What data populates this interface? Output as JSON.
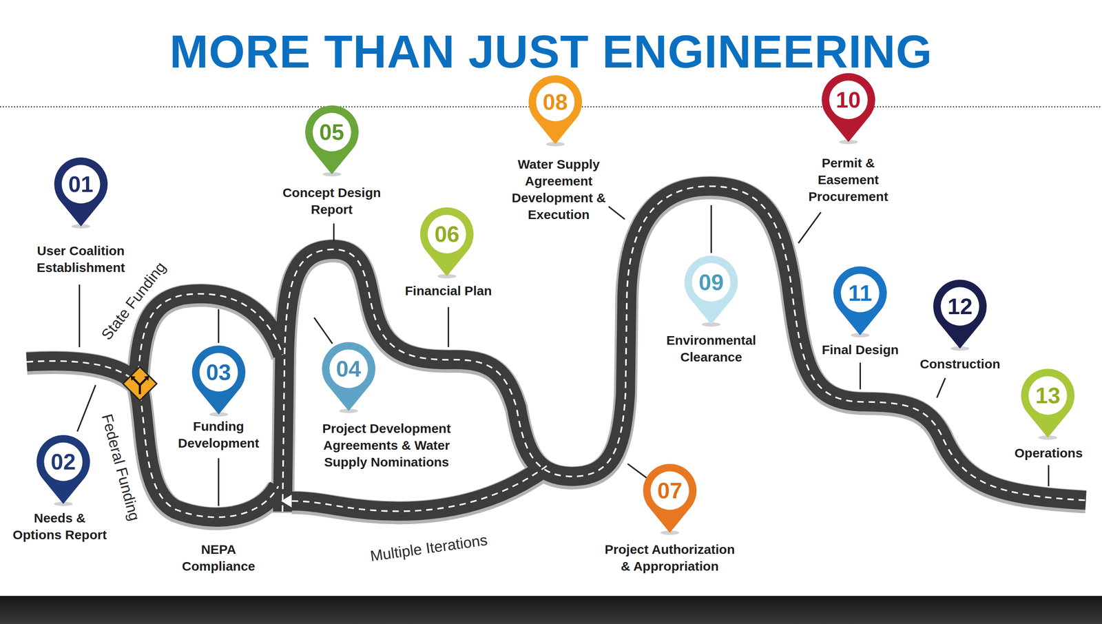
{
  "diagram": {
    "title": "MORE THAN JUST ENGINEERING",
    "nodes": [
      {
        "text": [
          "01",
          "User Coalition Establishment"
        ]
      },
      {
        "text": [
          "02",
          "Needs & Options Report"
        ]
      },
      {
        "text": [
          "03",
          "Funding Development"
        ]
      },
      {
        "text": [
          "04",
          "Project Development Agreements & Water Supply Nominations"
        ]
      },
      {
        "text": [
          "05",
          "Concept Design Report"
        ]
      },
      {
        "text": [
          "06",
          "Financial Plan"
        ]
      },
      {
        "text": [
          "07",
          "Project Authorization & Appropriation"
        ]
      },
      {
        "text": [
          "08",
          "Water Supply Agreement Development & Execution"
        ]
      },
      {
        "text": [
          "09",
          "Environmental Clearance"
        ]
      },
      {
        "text": [
          "10",
          "Permit & Easement Procurement"
        ]
      },
      {
        "text": [
          "11",
          "Final Design"
        ]
      },
      {
        "text": [
          "12",
          "Construction"
        ]
      },
      {
        "text": [
          "13",
          "Operations"
        ]
      }
    ],
    "labels": [
      "State Funding",
      "Federal Funding",
      "NEPA Compliance",
      "Multiple Iterations"
    ]
  }
}
